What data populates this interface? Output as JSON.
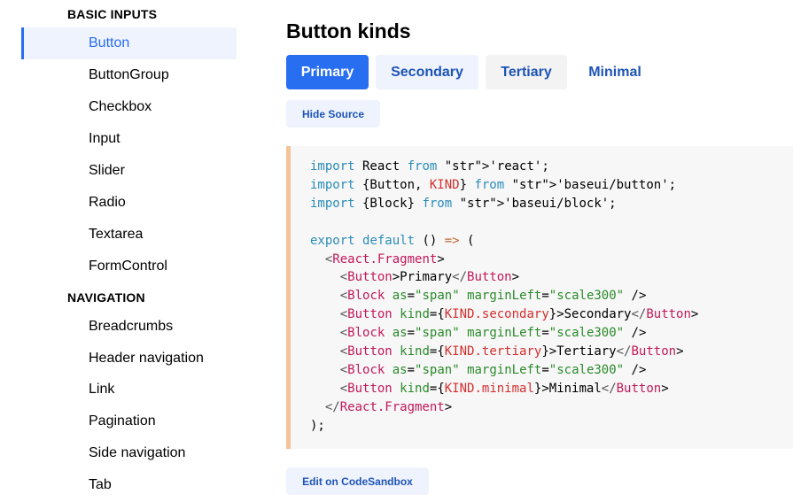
{
  "sidebar": {
    "sections": [
      {
        "title": "BASIC INPUTS",
        "items": [
          "Button",
          "ButtonGroup",
          "Checkbox",
          "Input",
          "Slider",
          "Radio",
          "Textarea",
          "FormControl"
        ]
      },
      {
        "title": "NAVIGATION",
        "items": [
          "Breadcrumbs",
          "Header navigation",
          "Link",
          "Pagination",
          "Side navigation",
          "Tab"
        ]
      }
    ],
    "active_item": "Button"
  },
  "main": {
    "title": "Button kinds",
    "buttons": {
      "primary": "Primary",
      "secondary": "Secondary",
      "tertiary": "Tertiary",
      "minimal": "Minimal"
    },
    "hide_source_label": "Hide Source",
    "edit_label": "Edit on CodeSandbox",
    "code_lines": [
      "import React from 'react';",
      "import {Button, KIND} from 'baseui/button';",
      "import {Block} from 'baseui/block';",
      "",
      "export default () => (",
      "  <React.Fragment>",
      "    <Button>Primary</Button>",
      "    <Block as=\"span\" marginLeft=\"scale300\" />",
      "    <Button kind={KIND.secondary}>Secondary</Button>",
      "    <Block as=\"span\" marginLeft=\"scale300\" />",
      "    <Button kind={KIND.tertiary}>Tertiary</Button>",
      "    <Block as=\"span\" marginLeft=\"scale300\" />",
      "    <Button kind={KIND.minimal}>Minimal</Button>",
      "  </React.Fragment>",
      ");"
    ]
  },
  "colors": {
    "accent": "#276ef1",
    "secondary_bg": "#eef3fd",
    "tertiary_bg": "#f3f3f3",
    "code_border": "#f5c399",
    "code_bg": "#f7f7f7"
  }
}
